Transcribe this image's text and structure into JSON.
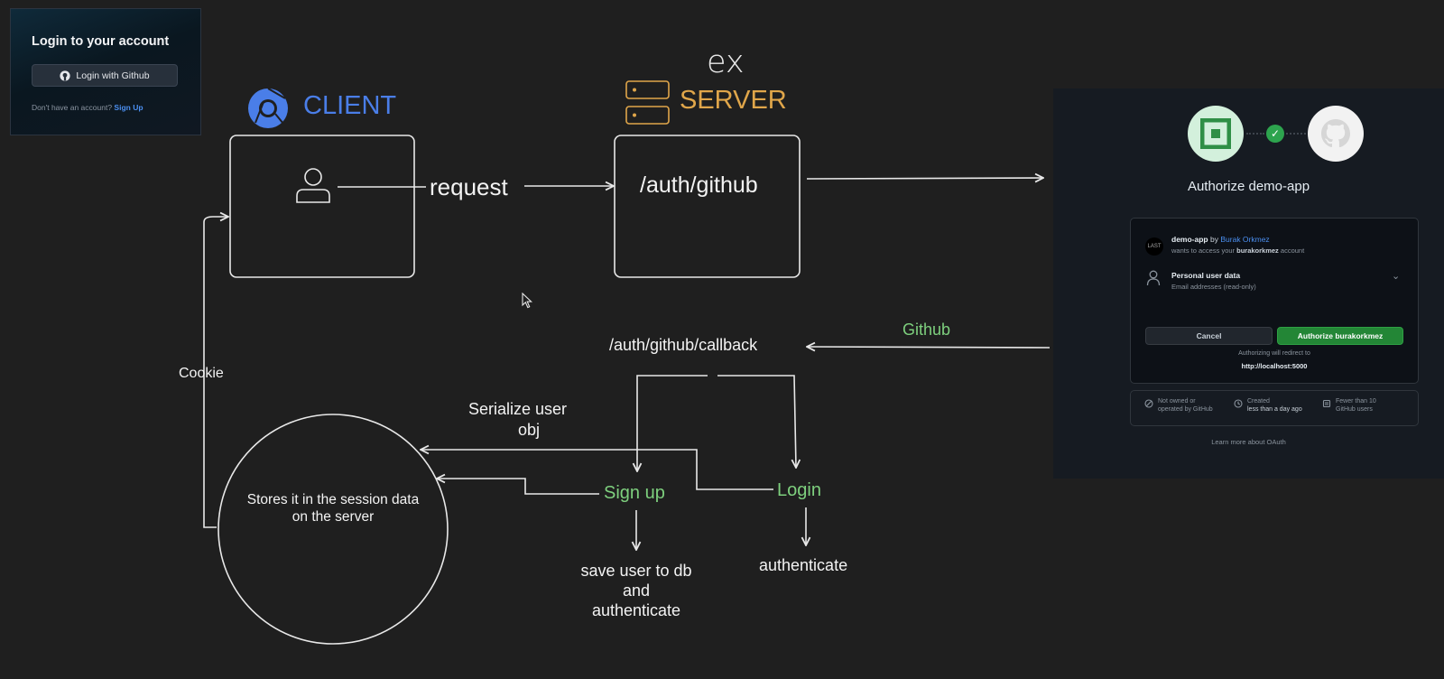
{
  "login_card": {
    "title": "Login to your account",
    "github_button": "Login with Github",
    "footer_text": "Don't have an account?",
    "signup_link": "Sign Up"
  },
  "diagram": {
    "client_title": "CLIENT",
    "ex_logo": "ex",
    "server_title": "SERVER",
    "request_label": "request",
    "server_route": "/auth/github",
    "callback_route": "/auth/github/callback",
    "github_label": "Github",
    "cookie_label": "Cookie",
    "serialize_label": [
      "Serialize user",
      "obj"
    ],
    "session_text": [
      "Stores it in the session data",
      "on the server"
    ],
    "signup_label": "Sign up",
    "login_label": "Login",
    "signup_action": [
      "save user to db",
      "and",
      "authenticate"
    ],
    "login_action": "authenticate"
  },
  "github_auth": {
    "title": "Authorize demo-app",
    "app_name": "demo-app",
    "by": "by",
    "author": "Burak Orkmez",
    "access_prefix": "wants to access your",
    "access_account": "burakorkmez",
    "access_suffix": "account",
    "mini_logo_text": "LAST",
    "scope_title": "Personal user data",
    "scope_desc": "Email addresses (read-only)",
    "cancel_button": "Cancel",
    "authorize_button": "Authorize burakorkmez",
    "redirect_note": "Authorizing will redirect to",
    "redirect_url": "http://localhost:5000",
    "info": [
      {
        "line1": "Not owned or",
        "line2": "operated by GitHub"
      },
      {
        "line1": "Created",
        "line2": "less than a day ago"
      },
      {
        "line1": "Fewer than 10",
        "line2": "GitHub users"
      }
    ],
    "learn_more": "Learn more about OAuth"
  },
  "colors": {
    "background": "#1f1f1f",
    "client_blue": "#4a7ee8",
    "server_orange": "#e0a64a",
    "accent_green": "#7ed07e",
    "github_green": "#238636",
    "link_blue": "#4b8ff0"
  }
}
